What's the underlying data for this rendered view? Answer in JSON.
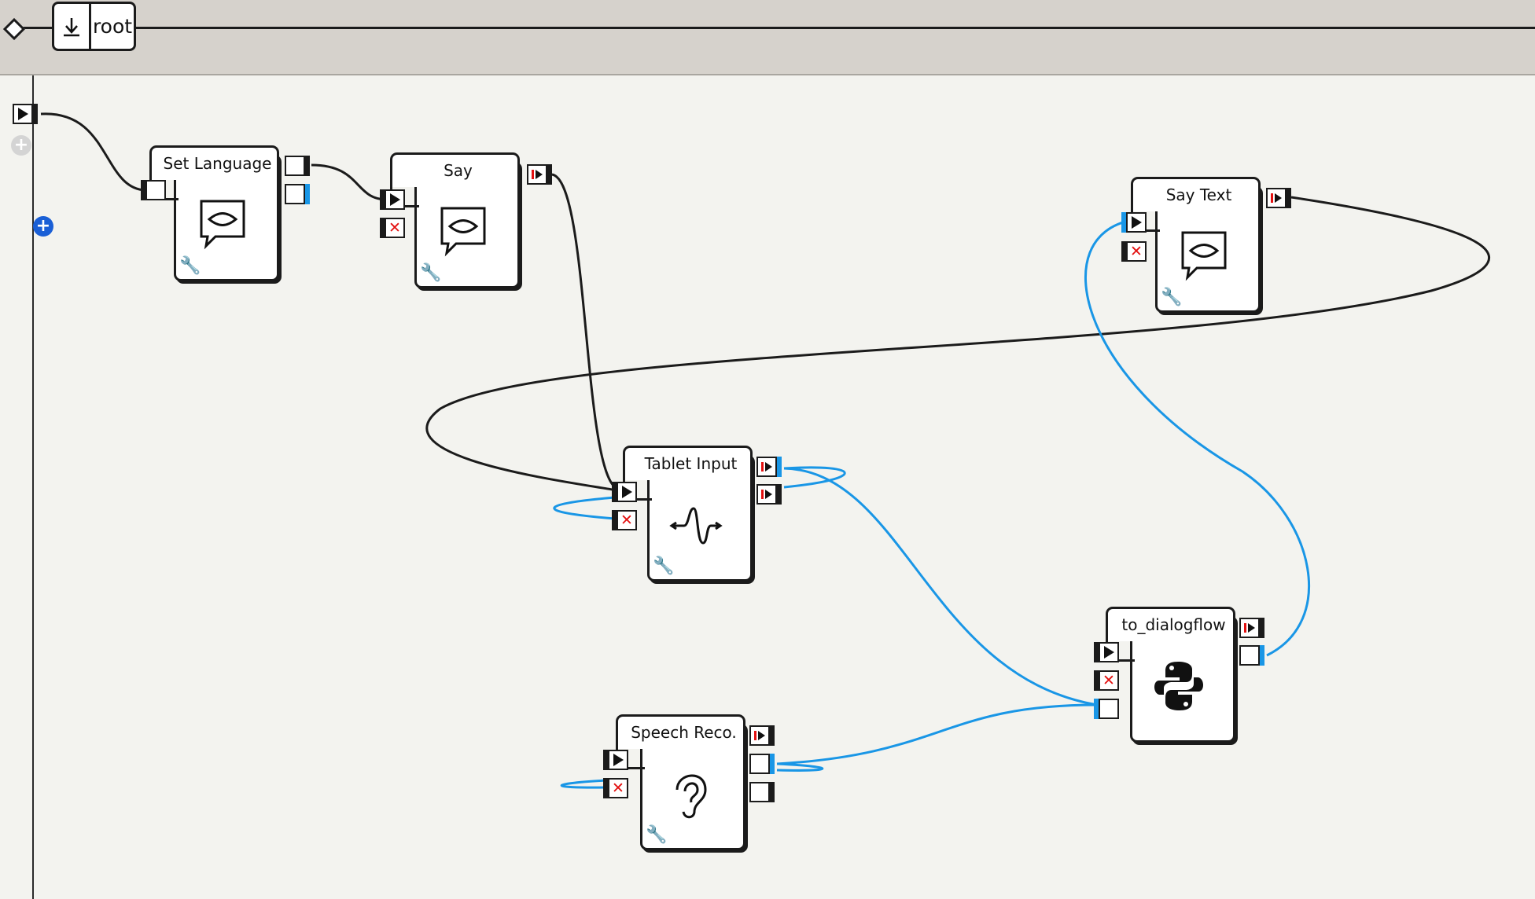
{
  "breadcrumb": {
    "root_label": "root"
  },
  "boxes": {
    "set_language": {
      "title": "Set Language",
      "icon": "speech-bubble-lips-icon"
    },
    "say": {
      "title": "Say",
      "icon": "speech-bubble-lips-icon"
    },
    "say_text": {
      "title": "Say Text",
      "icon": "speech-bubble-lips-icon"
    },
    "tablet_input": {
      "title": "Tablet Input",
      "icon": "signal-wave-icon"
    },
    "speech_reco": {
      "title": "Speech Reco.",
      "icon": "ear-icon"
    },
    "to_dialogflow": {
      "title": "to_dialogflow",
      "icon": "python-logo-icon"
    }
  },
  "colors": {
    "wire_black": "#1b1b1b",
    "wire_blue": "#1996e6",
    "stop_red": "#e31010",
    "canvas": "#f3f3ef",
    "header": "#d6d2cc"
  }
}
